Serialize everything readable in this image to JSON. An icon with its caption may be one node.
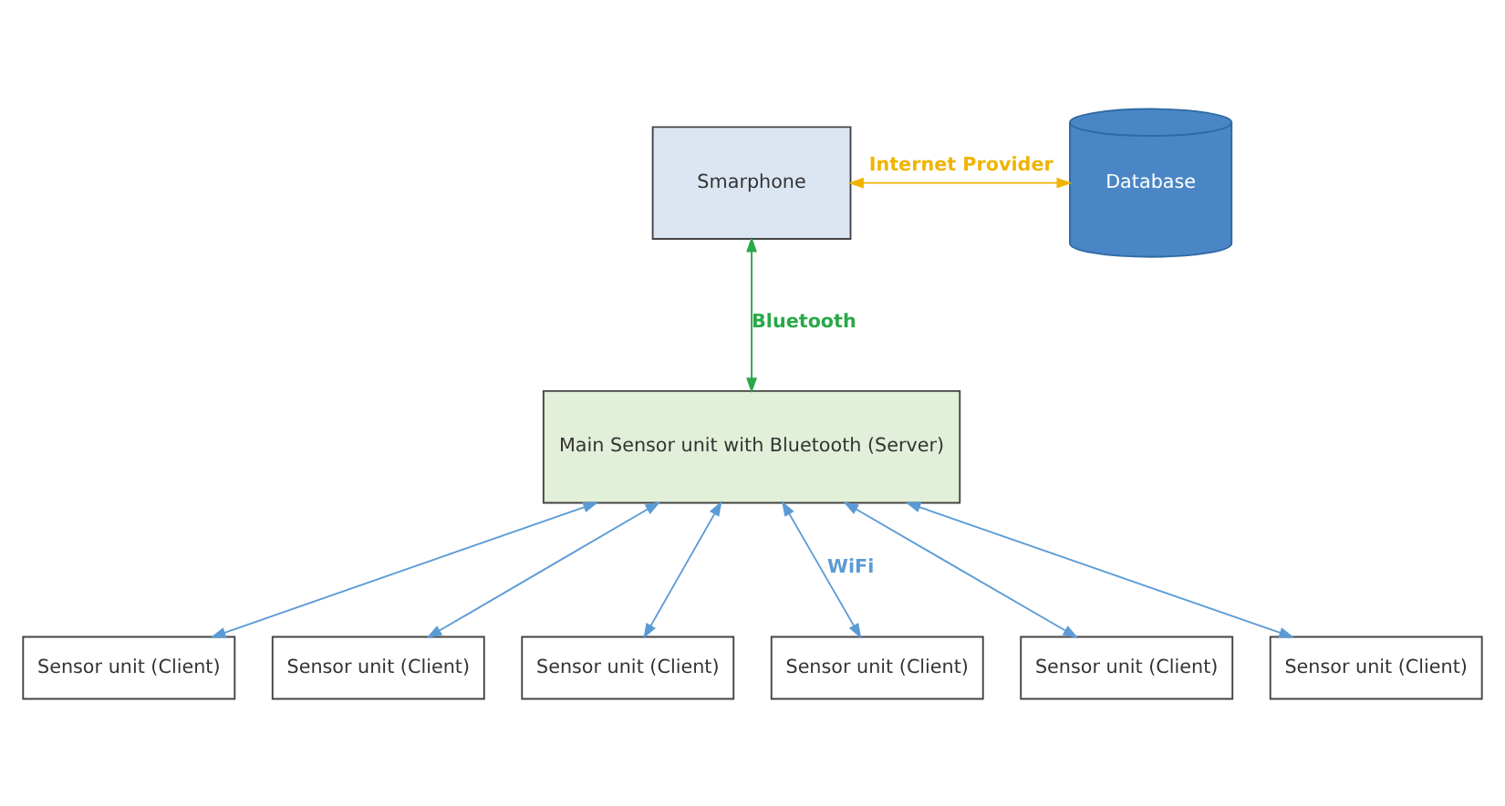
{
  "diagram": {
    "nodes": [
      {
        "text": [
          "Smarphone"
        ]
      },
      {
        "text": [
          "Database"
        ]
      },
      {
        "text": [
          "Main Sensor unit with Bluetooth (Server)"
        ]
      },
      {
        "text": [
          "Sensor unit (Client)"
        ]
      },
      {
        "text": [
          "Sensor unit (Client)"
        ]
      },
      {
        "text": [
          "Sensor unit (Client)"
        ]
      },
      {
        "text": [
          "Sensor unit (Client)"
        ]
      },
      {
        "text": [
          "Sensor unit (Client)"
        ]
      },
      {
        "text": [
          "Sensor unit (Client)"
        ]
      }
    ],
    "edges": [
      {
        "from": 0,
        "to": 1,
        "arrow": "both",
        "label": "Internet Provider",
        "color": "#f0b400"
      },
      {
        "from": 0,
        "to": 2,
        "arrow": "both",
        "label": "Bluetooth",
        "color": "#2aa84a"
      },
      {
        "from": 2,
        "to": 3,
        "arrow": "both"
      },
      {
        "from": 2,
        "to": 4,
        "arrow": "both"
      },
      {
        "from": 2,
        "to": 5,
        "arrow": "both"
      },
      {
        "from": 2,
        "to": 6,
        "arrow": "both",
        "label": "WiFi"
      },
      {
        "from": 2,
        "to": 7,
        "arrow": "both"
      },
      {
        "from": 2,
        "to": 8,
        "arrow": "both"
      }
    ]
  }
}
